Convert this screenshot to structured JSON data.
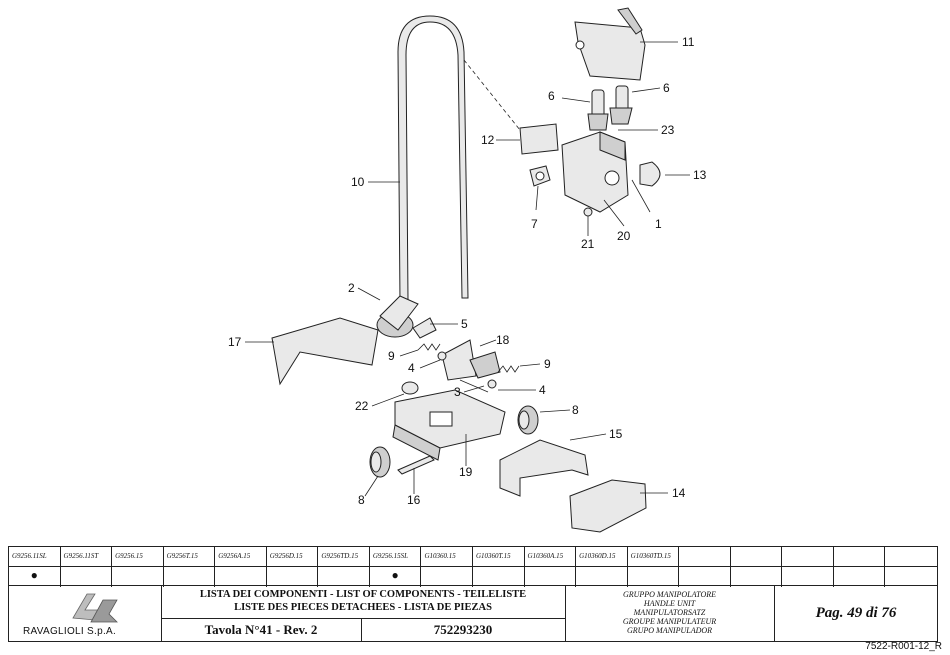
{
  "callouts": [
    "11",
    "6",
    "6",
    "23",
    "12",
    "13",
    "10",
    "7",
    "21",
    "20",
    "1",
    "2",
    "5",
    "17",
    "18",
    "9",
    "9",
    "4",
    "3",
    "4",
    "22",
    "8",
    "15",
    "19",
    "8",
    "16",
    "14"
  ],
  "codes": [
    "G9256.11SL",
    "G9256.11ST",
    "G9256.15",
    "G9256T.15",
    "G9256A.15",
    "G9256D.15",
    "G9256TD.15",
    "G9256.15SL",
    "G10360.15",
    "G10360T.15",
    "G10360A.15",
    "G10360D.15",
    "G10360TD.15",
    "",
    "",
    "",
    "",
    ""
  ],
  "marks": [
    "●",
    "",
    "",
    "",
    "",
    "",
    "",
    "●",
    "",
    "",
    "",
    "",
    "",
    "",
    "",
    "",
    "",
    ""
  ],
  "company": "RAVAGLIOLI S.p.A.",
  "title": {
    "line1": "LISTA DEI COMPONENTI - LIST OF COMPONENTS - TEILELISTE",
    "line2": "LISTE DES PIECES DETACHEES - LISTA DE PIEZAS",
    "table": "Tavola N°41 - Rev. 2",
    "code": "752293230"
  },
  "group": [
    "GRUPPO MANIPOLATORE",
    "HANDLE UNIT",
    "MANIPULATORSATZ",
    "GROUPE MANIPULATEUR",
    "GRUPO MANIPULADOR"
  ],
  "page": "Pag. 49 di 76",
  "doc_ref": "7522-R001-12_R"
}
